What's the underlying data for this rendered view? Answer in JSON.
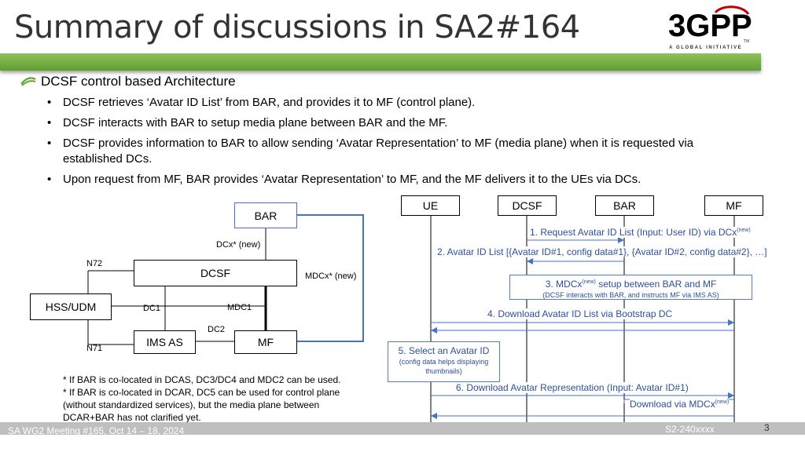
{
  "title": "Summary of discussions in SA2#164",
  "logo": {
    "text": "3GPP",
    "tm": "TM",
    "subtitle": "A GLOBAL INITIATIVE"
  },
  "main_bullet": "DCSF control based Architecture",
  "bullets": [
    "DCSF retrieves ‘Avatar ID List’ from BAR, and provides it to MF (control plane).",
    "DCSF interacts with BAR to setup media plane between BAR and the MF.",
    "DCSF provides information to BAR to allow sending ‘Avatar Representation’ to MF (media plane) when it is requested via established DCs.",
    "Upon request from MF, BAR provides ‘Avatar Representation’ to MF, and the MF delivers it to the UEs via DCs."
  ],
  "arch": {
    "bar": "BAR",
    "dcsf": "DCSF",
    "hss": "HSS/UDM",
    "ims": "IMS AS",
    "mf": "MF",
    "dcx": "DCx* (new)",
    "n72": "N72",
    "mdcx": "MDCx* (new)",
    "dc1": "DC1",
    "mdc1": "MDC1",
    "dc2": "DC2",
    "n71": "N71"
  },
  "notes": [
    "* If BAR is co-located in DCAS, DC3/DC4 and MDC2 can be used.",
    "* If BAR is co-located in DCAR, DC5 can be used for control plane (without standardized services), but the media plane between DCAR+BAR has not clarified yet."
  ],
  "seq": {
    "heads": [
      "UE",
      "DCSF",
      "BAR",
      "MF"
    ],
    "m1": "1. Request Avatar ID List (Input: User ID) via DCx",
    "m1_sup": "(new)",
    "m2": "2. Avatar ID List [{Avatar ID#1, config data#1}, {Avatar ID#2, config data#2}, …]",
    "m3_a": "3. MDCx",
    "m3_sup": "(new)",
    "m3_b": " setup between BAR and MF",
    "m3_sub": "(DCSF interacts with BAR, and instructs MF via IMS AS)",
    "m4": "4. Download Avatar ID List via Bootstrap DC",
    "m5_title": "5. Select an Avatar ID",
    "m5_sub": "(config data helps displaying thumbnails)",
    "m6": "6. Download Avatar Representation (Input: Avatar ID#1)",
    "m7": "Download via MDCx",
    "m7_sup": "(new)"
  },
  "footer": {
    "meeting": "SA WG2 Meeting #165, Oct 14 – 18, 2024",
    "doc": "S2-240xxxx",
    "page": "3"
  },
  "colors": {
    "green": "#6aa63a",
    "line_blue": "#4472c4",
    "text_blue": "#2e4f99"
  }
}
